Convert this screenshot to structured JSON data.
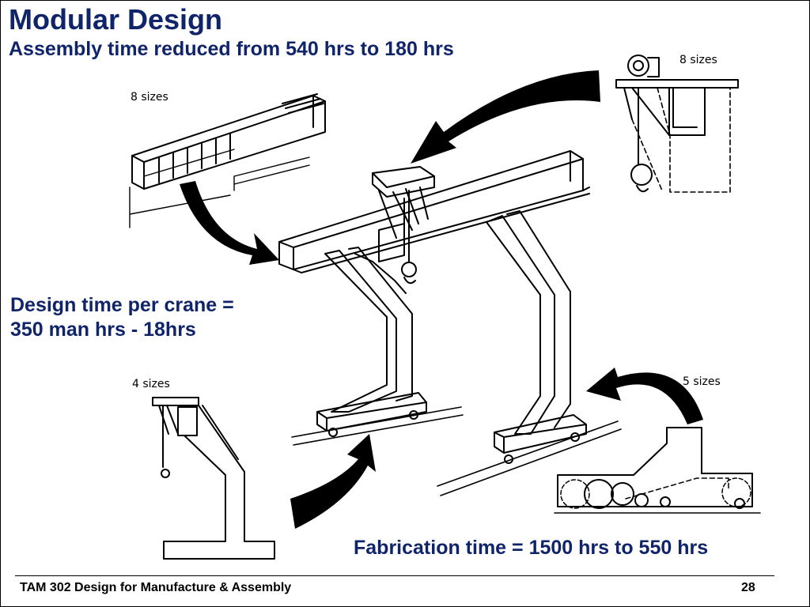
{
  "slide": {
    "title": "Modular Design",
    "subtitle": "Assembly time reduced from 540 hrs to 180 hrs",
    "design_time_line1": "Design time per crane =",
    "design_time_line2": "350 man hrs - 18hrs",
    "fabrication_time": "Fabrication time = 1500 hrs to 550 hrs",
    "footer_course": "TAM 302 Design for Manufacture & Assembly",
    "footer_page": "28"
  },
  "illustration": {
    "girder_label": "8 sizes",
    "trolley_label": "8 sizes",
    "leg_label": "4 sizes",
    "bogie_label": "5 sizes"
  },
  "colors": {
    "heading": "#10246a",
    "ink": "#000000"
  }
}
